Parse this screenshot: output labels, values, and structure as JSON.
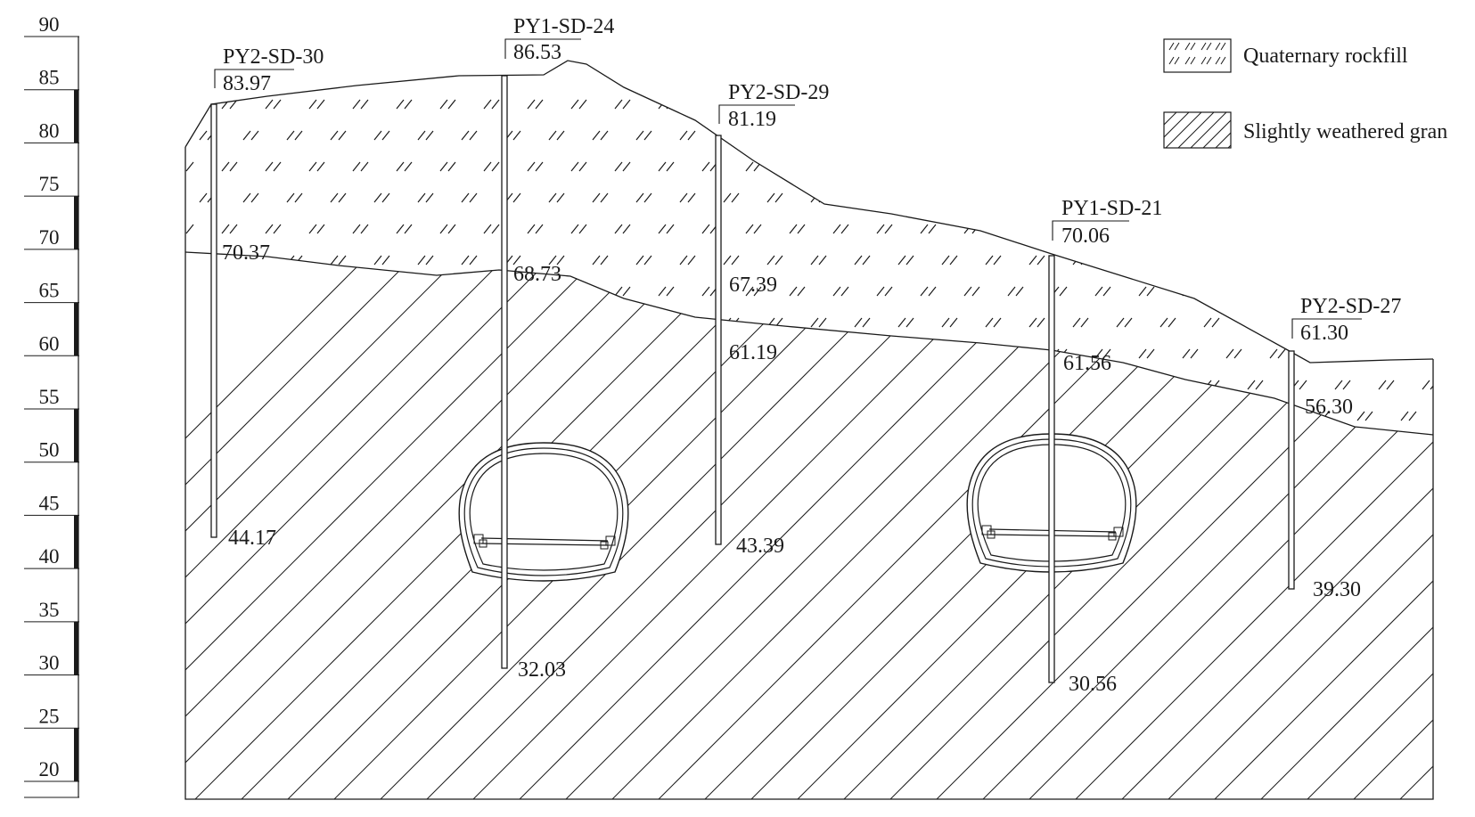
{
  "axis": {
    "ticks": [
      "90",
      "85",
      "80",
      "75",
      "70",
      "65",
      "60",
      "55",
      "50",
      "45",
      "40",
      "35",
      "30",
      "25",
      "20"
    ],
    "range": [
      20,
      90
    ]
  },
  "legend": {
    "rockfill": "Quaternary rockfill",
    "granite": "Slightly weathered gran"
  },
  "boreholes": [
    {
      "id": "PY2-SD-30",
      "top": "83.97",
      "interface": "70.37",
      "bottom": "44.17"
    },
    {
      "id": "PY1-SD-24",
      "top": "86.53",
      "interface": "68.73",
      "bottom": "32.03"
    },
    {
      "id": "PY2-SD-29",
      "top": "81.19",
      "extra": "67.39",
      "interface": "61.19",
      "bottom": "43.39"
    },
    {
      "id": "PY1-SD-21",
      "top": "70.06",
      "interface": "61.56",
      "bottom": "30.56"
    },
    {
      "id": "PY2-SD-27",
      "top": "61.30",
      "interface": "56.30",
      "bottom": "39.30"
    }
  ],
  "colors": {
    "line": "#1a1a1a",
    "background": "#ffffff"
  }
}
